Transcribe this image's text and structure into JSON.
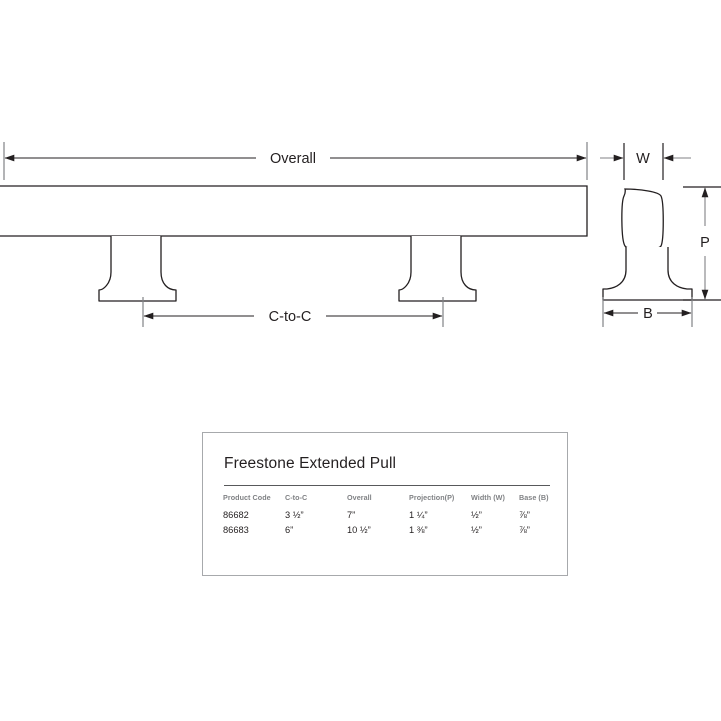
{
  "drawing": {
    "labels": {
      "overall": "Overall",
      "c_to_c": "C-to-C",
      "width": "W",
      "projection": "P",
      "base": "B"
    },
    "line_color": "#231f20",
    "extension_color": "#808285"
  },
  "spec_card": {
    "title": "Freestone Extended Pull",
    "headers": [
      "Product Code",
      "C-to-C",
      "Overall",
      "Projection(P)",
      "Width (W)",
      "Base (B)"
    ],
    "rows": [
      {
        "product_code": "86682",
        "c_to_c": "3 ½”",
        "overall": "7”",
        "projection": "1 ¼”",
        "width": "½”",
        "base": "⅞”"
      },
      {
        "product_code": "86683",
        "c_to_c": "6”",
        "overall": "10 ½”",
        "projection": "1 ⅜”",
        "width": "½”",
        "base": "⅞”"
      }
    ]
  }
}
